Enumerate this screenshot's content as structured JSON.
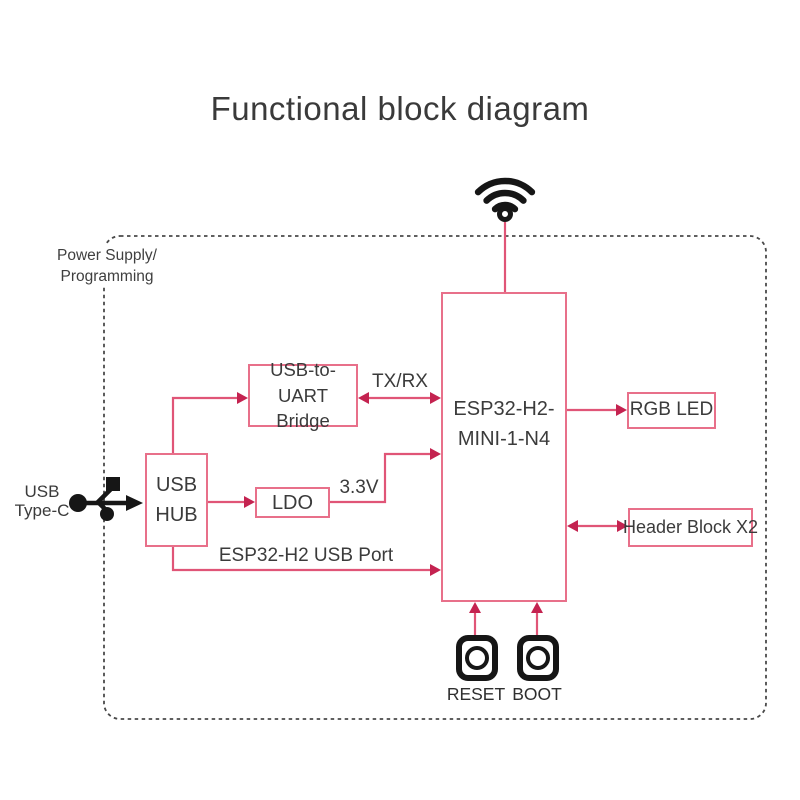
{
  "title": "Functional block diagram",
  "region_label": {
    "line1": "Power Supply/",
    "line2": "Programming"
  },
  "blocks": {
    "bridge": {
      "line1": "USB-to-UART",
      "line2": "Bridge"
    },
    "usb_hub": {
      "line1": "USB",
      "line2": "HUB"
    },
    "ldo": {
      "label": "LDO"
    },
    "esp32": {
      "line1": "ESP32-H2-",
      "line2": "MINI-1-N4"
    },
    "rgb_led": {
      "label": "RGB LED"
    },
    "header_block": {
      "label": "Header Block X2"
    }
  },
  "wire_labels": {
    "uart": "TX/RX",
    "ldo_out": "3.3V",
    "usb_port": "ESP32-H2 USB Port"
  },
  "external_labels": {
    "usb_typec_line1": "USB",
    "usb_typec_line2": "Type-C"
  },
  "buttons": {
    "reset": "RESET",
    "boot": "BOOT"
  },
  "icons": {
    "wifi": "wifi-icon",
    "usb_trident": "usb-icon",
    "reset_button": "push-button-icon",
    "boot_button": "push-button-icon"
  },
  "colors": {
    "wire": "#e05577",
    "arrowhead": "#c42350",
    "block_border": "#e8708a",
    "dashed_border": "#4a4a4a",
    "text": "#3b3b3b",
    "icon": "#161616",
    "background": "#ffffff"
  }
}
